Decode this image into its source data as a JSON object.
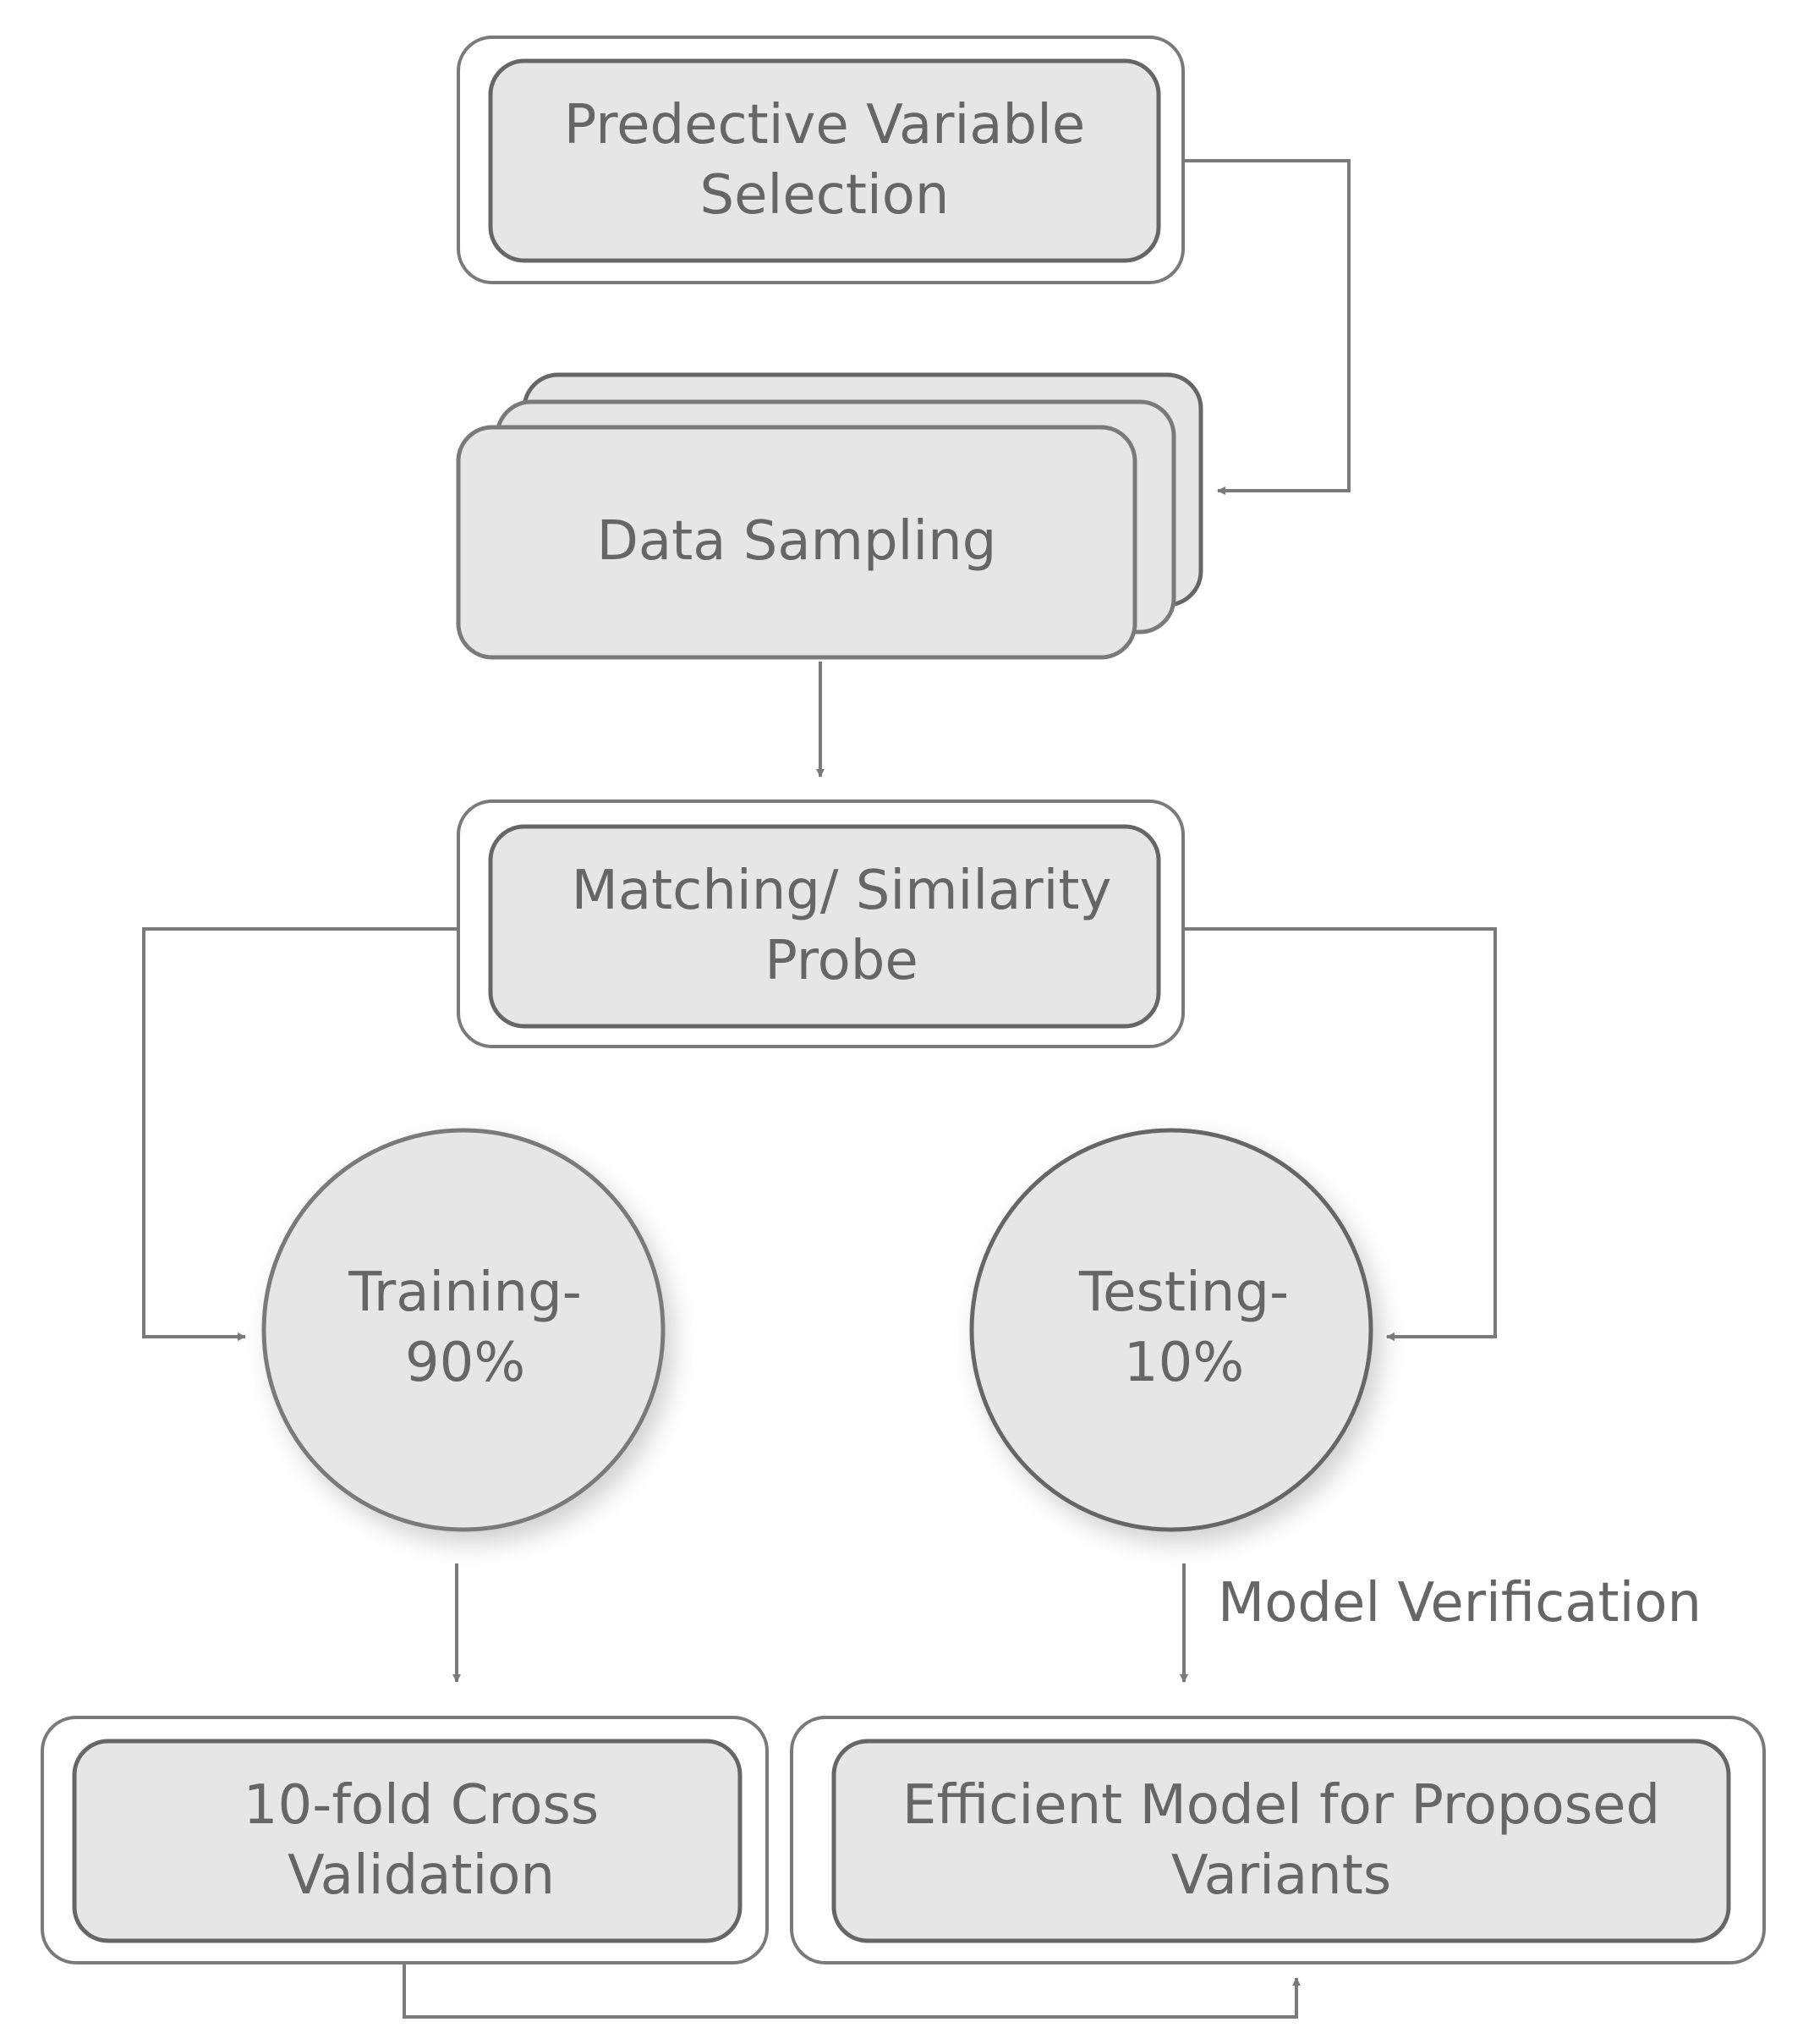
{
  "diagram": {
    "nodes": {
      "predictive_variable_selection": "Predective Variable\nSelection",
      "data_sampling": "Data Sampling",
      "matching_similarity_probe": "Matching/ Similarity\nProbe",
      "training": "Training-\n90%",
      "testing": "Testing-\n10%",
      "cross_validation": "10-fold Cross\nValidation",
      "efficient_model": "Efficient Model for Proposed\nVariants"
    },
    "edge_labels": {
      "model_verification": "Model Verification"
    },
    "colors": {
      "fill": "#e6e6e6",
      "stroke": "#7a7a7a",
      "text": "#666666"
    }
  }
}
